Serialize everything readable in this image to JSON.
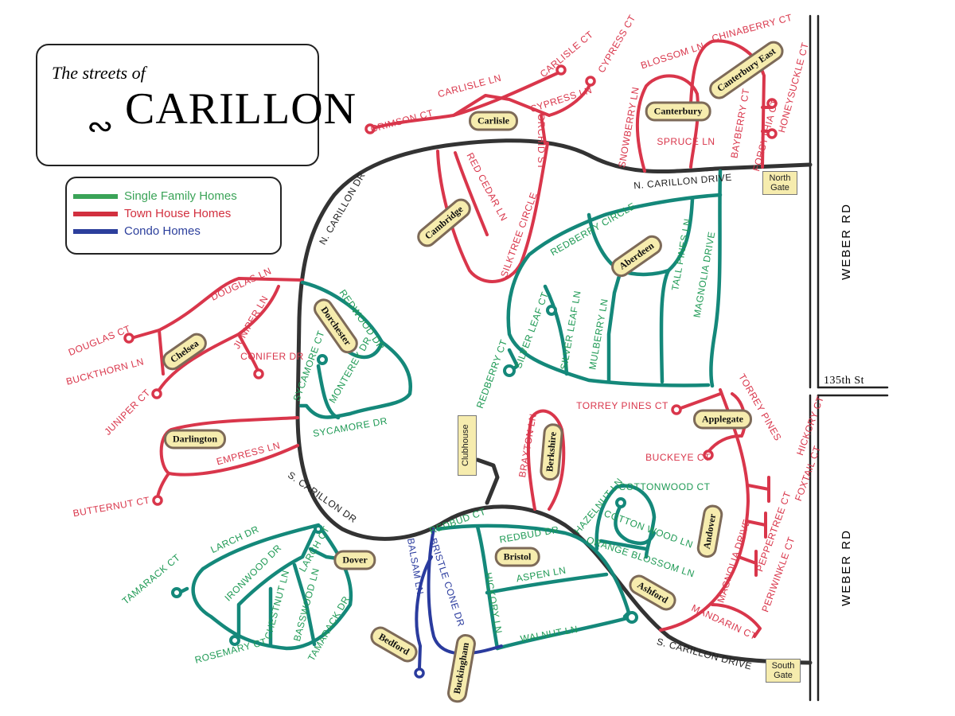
{
  "title": {
    "prefix": "The streets of",
    "name": "CARILLON"
  },
  "legend": [
    {
      "label": "Single Family Homes",
      "color": "#3aa357"
    },
    {
      "label": "Town House Homes",
      "color": "#d2303f"
    },
    {
      "label": "Condo Homes",
      "color": "#2c3f9c"
    }
  ],
  "colors": {
    "green": "#14887a",
    "red": "#d9364b",
    "blue": "#2a3b9e",
    "black": "#333333"
  },
  "roads": {
    "weber_north": "WEBER RD",
    "weber_south": "WEBER RD",
    "street_135": "135th St"
  },
  "streets": [
    {
      "name": "CRIMSON CT",
      "color": "#d9364b"
    },
    {
      "name": "CARLISLE LN",
      "color": "#d9364b"
    },
    {
      "name": "CARLISLE CT",
      "color": "#d9364b"
    },
    {
      "name": "CYPRESS CT",
      "color": "#d9364b"
    },
    {
      "name": "CYPRESS LN",
      "color": "#d9364b"
    },
    {
      "name": "ORCHID ST",
      "color": "#d9364b"
    },
    {
      "name": "BLOSSOM LN",
      "color": "#d9364b"
    },
    {
      "name": "CHINABERRY CT",
      "color": "#d9364b"
    },
    {
      "name": "SNOWBERRY LN",
      "color": "#d9364b"
    },
    {
      "name": "SPRUCE LN",
      "color": "#d9364b"
    },
    {
      "name": "BAYBERRY CT",
      "color": "#d9364b"
    },
    {
      "name": "HONEYSUCKLE CT",
      "color": "#d9364b"
    },
    {
      "name": "FORSYTHIA CT",
      "color": "#d9364b"
    },
    {
      "name": "RED CEDAR LN",
      "color": "#d9364b"
    },
    {
      "name": "SILKTREE CIRCLE",
      "color": "#d9364b"
    },
    {
      "name": "DOUGLAS LN",
      "color": "#d9364b"
    },
    {
      "name": "DOUGLAS CT",
      "color": "#d9364b"
    },
    {
      "name": "JUNIPER LN",
      "color": "#d9364b"
    },
    {
      "name": "CONIFER DR",
      "color": "#d9364b"
    },
    {
      "name": "BUCKTHORN LN",
      "color": "#d9364b"
    },
    {
      "name": "JUNIPER CT",
      "color": "#d9364b"
    },
    {
      "name": "EMPRESS LN",
      "color": "#d9364b"
    },
    {
      "name": "BUTTERNUT CT",
      "color": "#d9364b"
    },
    {
      "name": "BRAXTON LN",
      "color": "#d9364b"
    },
    {
      "name": "TORREY PINES CT",
      "color": "#d9364b"
    },
    {
      "name": "TORREY PINES",
      "color": "#d9364b"
    },
    {
      "name": "BUCKEYE CT",
      "color": "#d9364b"
    },
    {
      "name": "HICKORY CT",
      "color": "#d9364b"
    },
    {
      "name": "FOXTAIL CT",
      "color": "#d9364b"
    },
    {
      "name": "PEPPERTREE CT",
      "color": "#d9364b"
    },
    {
      "name": "PERIWINKLE CT",
      "color": "#d9364b"
    },
    {
      "name": "MAGNOLIA DRIVE",
      "color": "#d9364b"
    },
    {
      "name": "MANDARIN CT",
      "color": "#d9364b"
    },
    {
      "name": "N. CARILLON DR",
      "color": "#222222"
    },
    {
      "name": "N. CARILLON DRIVE",
      "color": "#222222"
    },
    {
      "name": "S. CARILLON DR",
      "color": "#222222"
    },
    {
      "name": "S. CARILLON DRIVE",
      "color": "#222222"
    },
    {
      "name": "REDWOOD DR",
      "color": "#1f9a55"
    },
    {
      "name": "SYCAMORE CT",
      "color": "#1f9a55"
    },
    {
      "name": "MONTEREY DR",
      "color": "#1f9a55"
    },
    {
      "name": "SYCAMORE DR",
      "color": "#1f9a55"
    },
    {
      "name": "REDBERRY CIRCLE",
      "color": "#1f9a55"
    },
    {
      "name": "SILVER LEAF CT",
      "color": "#1f9a55"
    },
    {
      "name": "SILVER LEAF LN",
      "color": "#1f9a55"
    },
    {
      "name": "MULBERRY LN",
      "color": "#1f9a55"
    },
    {
      "name": "TALL PINES LN",
      "color": "#1f9a55"
    },
    {
      "name": "MAGNOLIA DRIVE",
      "color": "#1f9a55"
    },
    {
      "name": "REDBERRY CT",
      "color": "#1f9a55"
    },
    {
      "name": "LARCH DR",
      "color": "#1f9a55"
    },
    {
      "name": "LARCH CT",
      "color": "#1f9a55"
    },
    {
      "name": "IRONWOOD DR",
      "color": "#1f9a55"
    },
    {
      "name": "CHESTNUT LN",
      "color": "#1f9a55"
    },
    {
      "name": "BASSWOOD LN",
      "color": "#1f9a55"
    },
    {
      "name": "TAMARACK DR",
      "color": "#1f9a55"
    },
    {
      "name": "TAMARACK CT",
      "color": "#1f9a55"
    },
    {
      "name": "ROSEMARY CT",
      "color": "#1f9a55"
    },
    {
      "name": "REDBUD CT",
      "color": "#1f9a55"
    },
    {
      "name": "REDBUD DR",
      "color": "#1f9a55"
    },
    {
      "name": "HICKORY LN",
      "color": "#1f9a55"
    },
    {
      "name": "ASPEN LN",
      "color": "#1f9a55"
    },
    {
      "name": "WALNUT LN",
      "color": "#1f9a55"
    },
    {
      "name": "HAZELNUT LN",
      "color": "#1f9a55"
    },
    {
      "name": "COTTONWOOD CT",
      "color": "#1f9a55"
    },
    {
      "name": "COTTON WOOD LN",
      "color": "#1f9a55"
    },
    {
      "name": "ORANGE BLOSSOM LN",
      "color": "#1f9a55"
    },
    {
      "name": "BALSAM LN",
      "color": "#2a3b9e"
    },
    {
      "name": "BRISTLE CONE DR",
      "color": "#2a3b9e"
    }
  ],
  "neighborhoods": [
    "Carlisle",
    "Canterbury",
    "Canterbury East",
    "Cambridge",
    "Aberdeen",
    "Chelsea",
    "Dorchester",
    "Darlington",
    "Applegate",
    "Berkshire",
    "Andover",
    "Bristol",
    "Ashford",
    "Dover",
    "Bedford",
    "Buckingham"
  ],
  "landmarks": {
    "clubhouse": "Clubhouse",
    "north_gate": "North Gate",
    "south_gate": "South Gate"
  }
}
